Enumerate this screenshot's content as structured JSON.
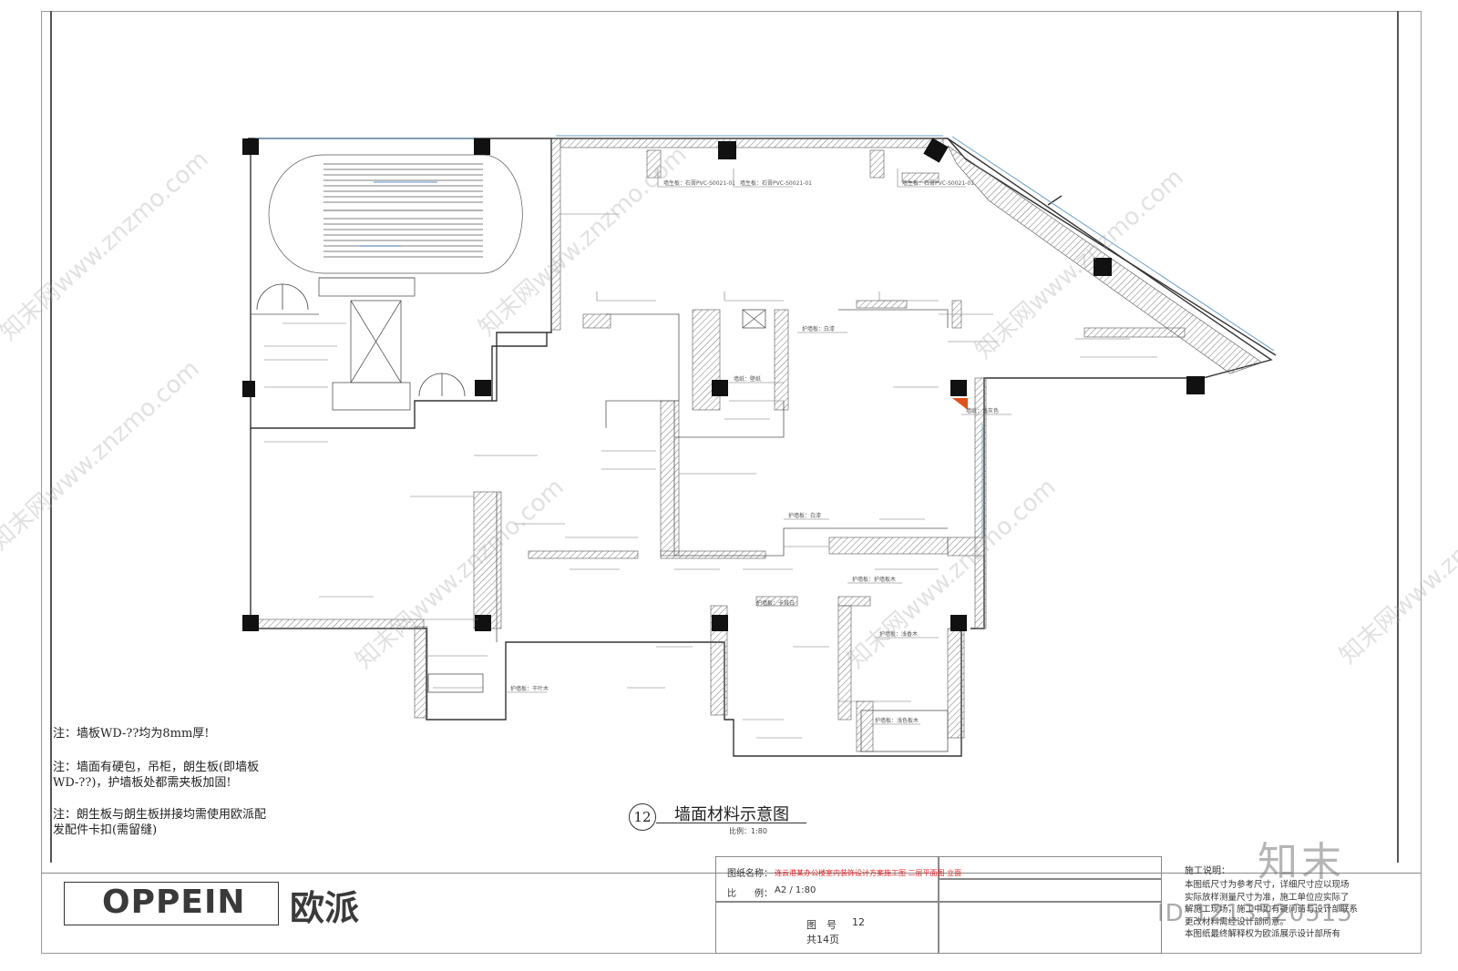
{
  "drawing": {
    "title_number": "12",
    "title": "墙面材料示意图",
    "scale_label": "比例：1:80"
  },
  "notes": [
    "注：墙板WD-??均为8mm厚!",
    "注：墙面有硬包，吊柜，朗生板(即墙板",
    "WD-??)，护墙板处都需夹板加固!",
    "注：朗生板与朗生板拼接均需使用欧派配",
    "发配件卡扣(需留缝)"
  ],
  "plan_labels": [
    "墙生板：石膏PVC-S0021-01",
    "墙生板：石膏PVC-S0021-01",
    "墙生板：石膏PVC-S0021-01",
    "护墙板：白漆",
    "护墙板：白漆",
    "护墙板：卡其白",
    "护墙板：护墙板木",
    "护墙板：浅香木",
    "护墙板：干叶木",
    "护墙板：浅色板木",
    "墙纸：壁纸",
    "墙纸：浅灰色"
  ],
  "title_block": {
    "logo_en": "OPPEIN",
    "logo_cn": "欧派",
    "name_label": "图纸名称：",
    "name_value": "连云港某办公楼室内装饰设计方案施工图 二层平面图 立面",
    "scale_label": "比　　例：",
    "scale_value": "A2 / 1:80",
    "sheet_label": "图　号",
    "sheet_value": "12",
    "total_pages": "共14页",
    "spec_title": "施工说明：",
    "spec_lines": [
      "本图纸尺寸为参考尺寸，详细尺寸应以现场",
      "实际放样测量尺寸为准，施工单位应实际了",
      "解施工现场，施工中如有疑问请与设计部联系",
      "更改材料需经设计部同意。",
      "本图纸最终解释权为欧派展示设计部所有"
    ]
  },
  "watermarks": {
    "url": "知末网www.znzmo.com",
    "brand": "知末",
    "id": "ID:1213520515"
  }
}
